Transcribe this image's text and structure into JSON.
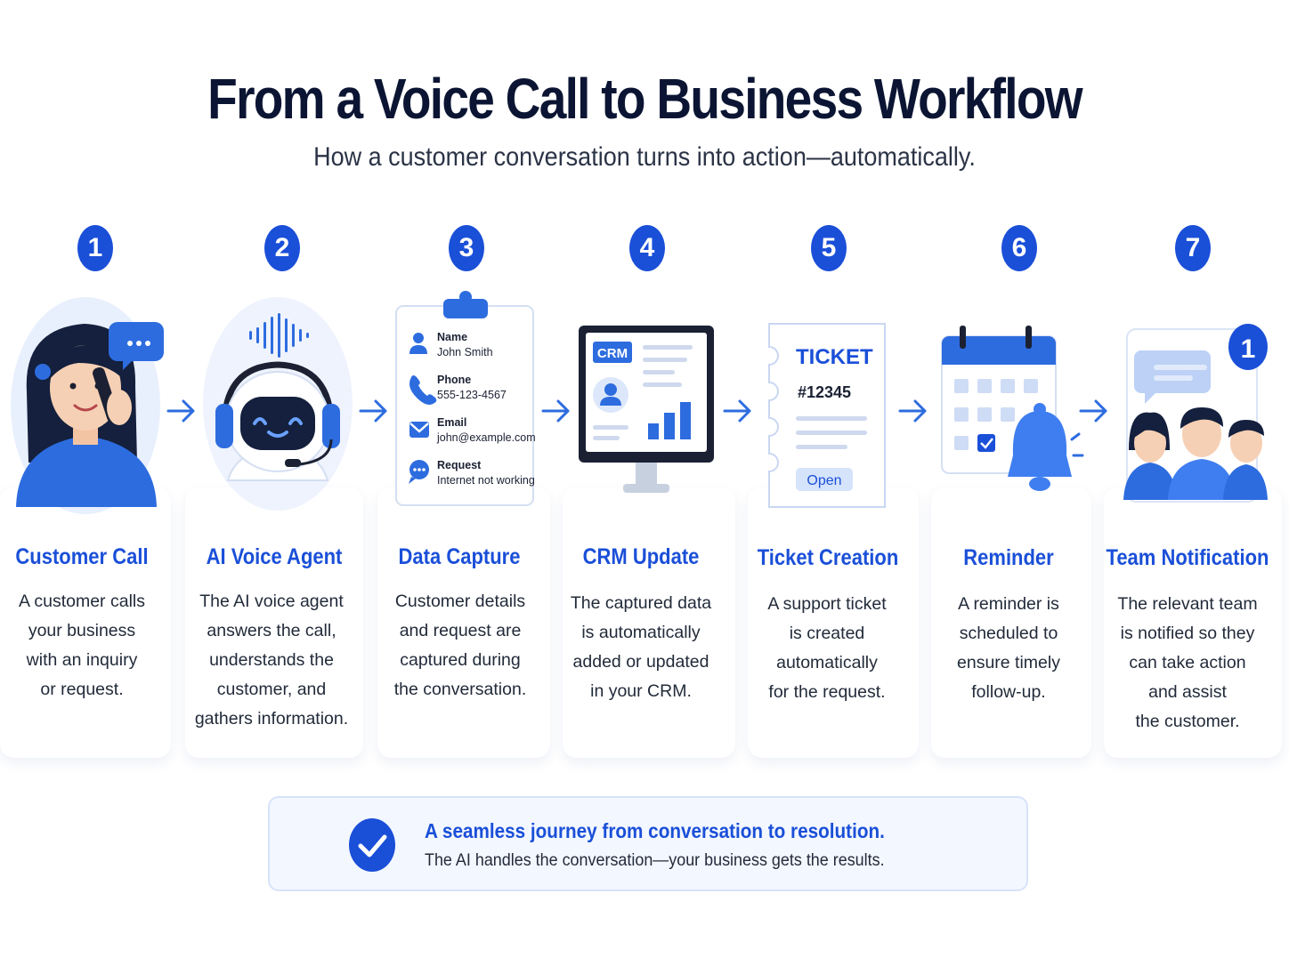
{
  "header": {
    "title": "From a Voice Call to Business Workflow",
    "subtitle": "How a customer conversation turns into action—automatically."
  },
  "colors": {
    "accent": "#1a4fd8",
    "light_blue": "#e8effd",
    "dark_navy": "#0b1533"
  },
  "steps": [
    {
      "number": "1",
      "title": "Customer Call",
      "description_lines": [
        "A customer calls",
        "your business",
        "with an inquiry",
        "or request."
      ],
      "icon": "woman-phone-call-icon"
    },
    {
      "number": "2",
      "title": "AI Voice Agent",
      "description_lines": [
        "The AI voice agent",
        "answers the call,",
        "understands the",
        "customer, and",
        "gathers information."
      ],
      "icon": "robot-headset-icon"
    },
    {
      "number": "3",
      "title": "Data Capture",
      "description_lines": [
        "Customer details",
        "and request are",
        "captured during",
        "the conversation."
      ],
      "icon": "clipboard-form-icon"
    },
    {
      "number": "4",
      "title": "CRM Update",
      "description_lines": [
        "The captured data",
        "is automatically",
        "added or updated",
        "in your CRM."
      ],
      "icon": "crm-monitor-icon"
    },
    {
      "number": "5",
      "title": "Ticket Creation",
      "description_lines": [
        "A support ticket",
        "is created",
        "automatically",
        "for the request."
      ],
      "icon": "ticket-icon"
    },
    {
      "number": "6",
      "title": "Reminder",
      "description_lines": [
        "A reminder is",
        "scheduled to",
        "ensure timely",
        "follow-up."
      ],
      "icon": "calendar-bell-icon"
    },
    {
      "number": "7",
      "title": "Team Notification",
      "description_lines": [
        "The relevant team",
        "is notified so they",
        "can take action",
        "and assist",
        "the customer."
      ],
      "icon": "team-notification-icon"
    }
  ],
  "form": {
    "name_label": "Name",
    "name_value": "John Smith",
    "phone_label": "Phone",
    "phone_value": "555-123-4567",
    "email_label": "Email",
    "email_value": "john@example.com",
    "request_label": "Request",
    "request_value": "Internet not working"
  },
  "crm": {
    "label": "CRM"
  },
  "ticket": {
    "label": "TICKET",
    "number": "#12345",
    "status": "Open"
  },
  "notification": {
    "badge": "1"
  },
  "banner": {
    "title": "A seamless journey from conversation to resolution.",
    "text": "The AI handles the conversation—your business gets the results."
  }
}
